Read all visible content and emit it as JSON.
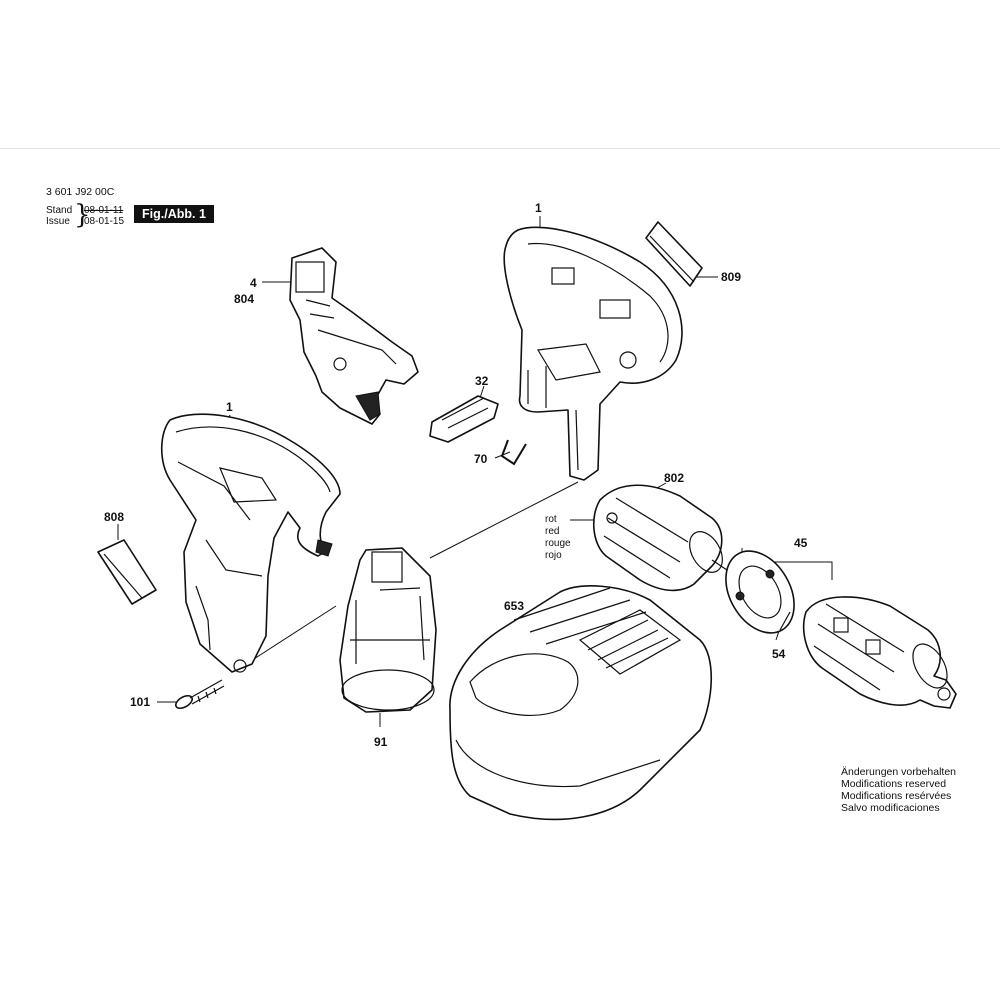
{
  "header": {
    "part_code": "3 601 J92 00C",
    "stand_label": "Stand",
    "issue_label": "Issue",
    "stand_date": "08-01-11",
    "issue_date": "08-01-15",
    "figure_label": "Fig./Abb. 1"
  },
  "callouts": {
    "c1_top": "1",
    "c809": "809",
    "c4": "4",
    "c804": "804",
    "c32": "32",
    "c70": "70",
    "c1_left": "1",
    "c808": "808",
    "c802": "802",
    "c45": "45",
    "c653": "653",
    "c54": "54",
    "c101": "101",
    "c91": "91"
  },
  "wire_colors": [
    "rot",
    "red",
    "rouge",
    "rojo"
  ],
  "notes": [
    "Änderungen vorbehalten",
    "Modifications reserved",
    "Modifications resérvées",
    "Salvo modificaciones"
  ]
}
